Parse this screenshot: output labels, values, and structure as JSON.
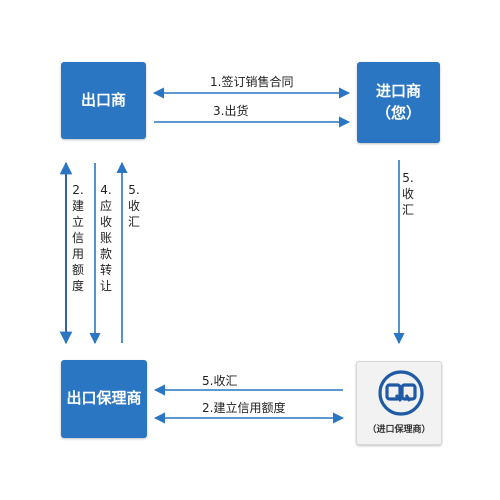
{
  "nodes": {
    "exporter": "出口商",
    "importer": "进口商",
    "importer_sub": "（您）",
    "export_factor": "出口保理商",
    "import_factor_caption": "（进口保理商）"
  },
  "steps": {
    "sign_contract": "1.签订销售合同",
    "ship": "3.出货",
    "collect_top": "5.收汇",
    "collect_bottom": "5.收汇",
    "credit_bottom": "2.建立信用额度",
    "credit_left": "2.建立信用额度",
    "assign_left": "4.应收账款转让",
    "collect_left": "5.收汇"
  },
  "colors": {
    "box": "#2a76c2",
    "arrow": "#2a76c2",
    "import_factor_box": "#f2f2f2"
  }
}
